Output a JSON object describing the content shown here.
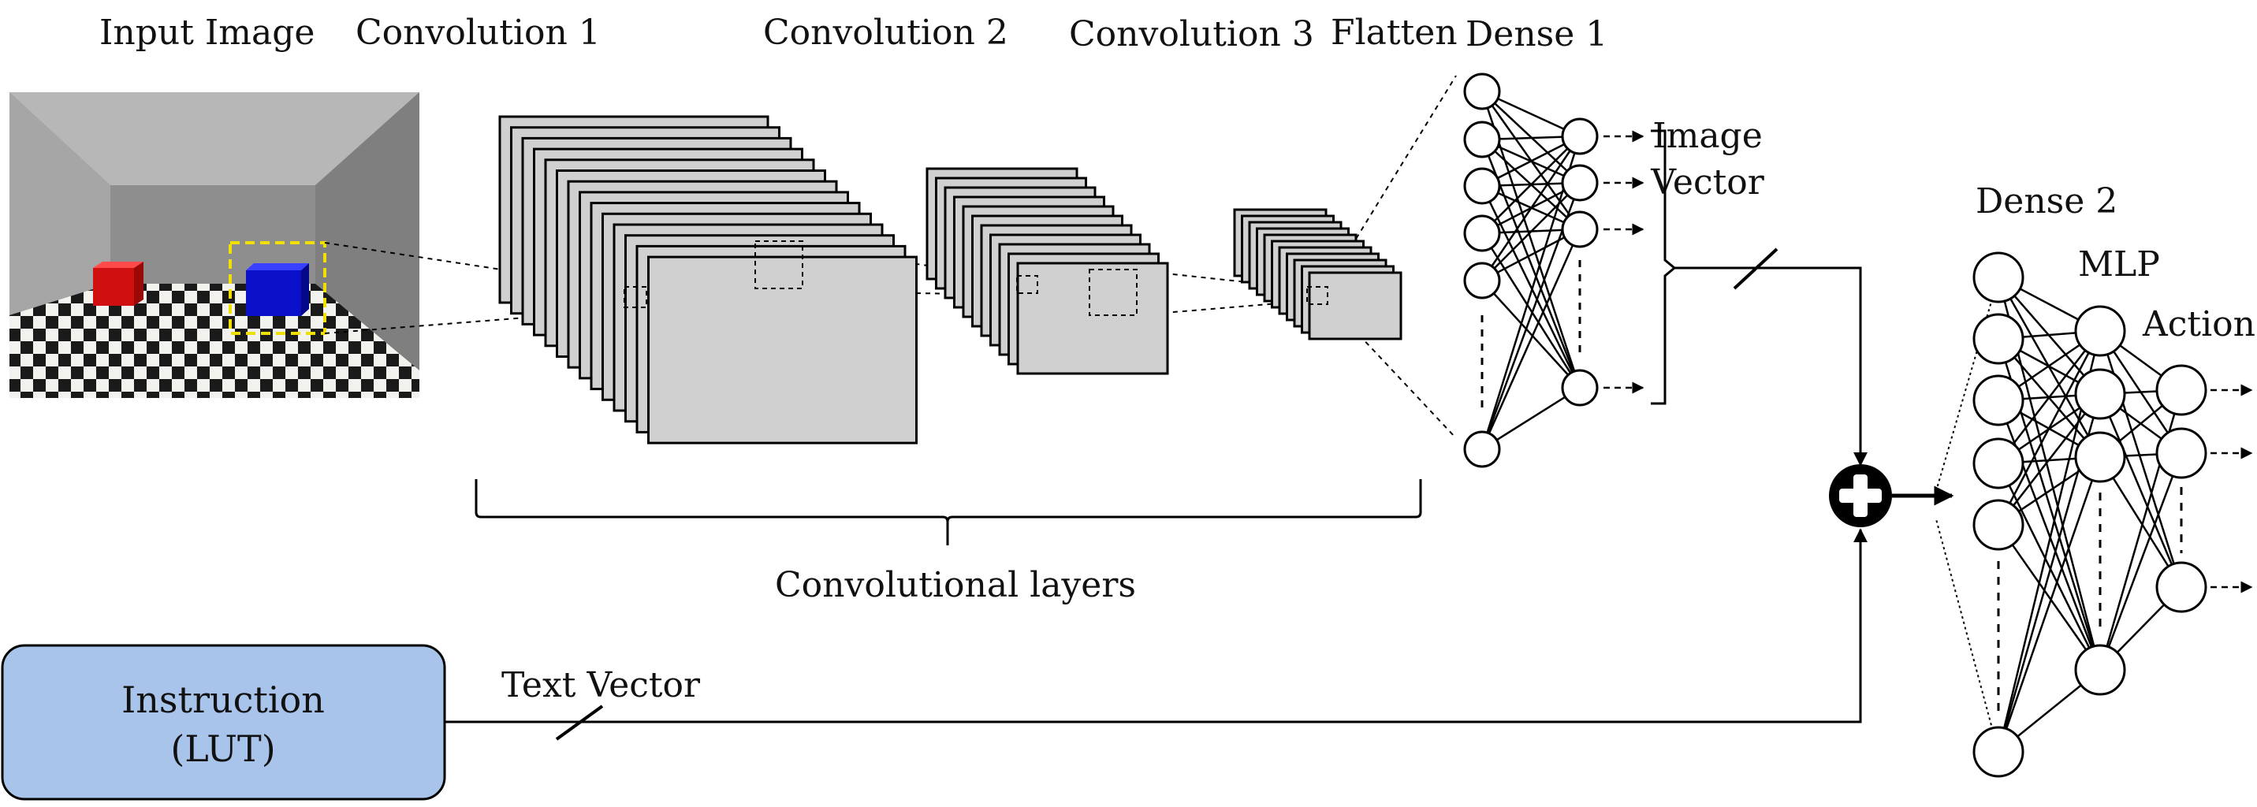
{
  "labels": {
    "input_image": "Input Image",
    "conv1": "Convolution 1",
    "conv2": "Convolution 2",
    "conv3": "Convolution 3",
    "flatten": "Flatten",
    "dense1": "Dense 1",
    "image_vector_line1": "Image",
    "image_vector_line2": "Vector",
    "dense2": "Dense 2",
    "mlp": "MLP",
    "action": "Action",
    "conv_layers": "Convolutional layers",
    "text_vector": "Text Vector",
    "instruction_line1": "Instruction",
    "instruction_line2": "(LUT)"
  },
  "colors": {
    "instruction_box": "#a9c4eb",
    "feature_map": "#d0d0d0",
    "red_cube": "#d01010",
    "blue_cube": "#0a10c8",
    "selection_box": "#f0e000",
    "scene_wall": "#8c8c8c",
    "combine_node": "#000000"
  },
  "icons": {
    "combine": "plus-circle-icon"
  }
}
